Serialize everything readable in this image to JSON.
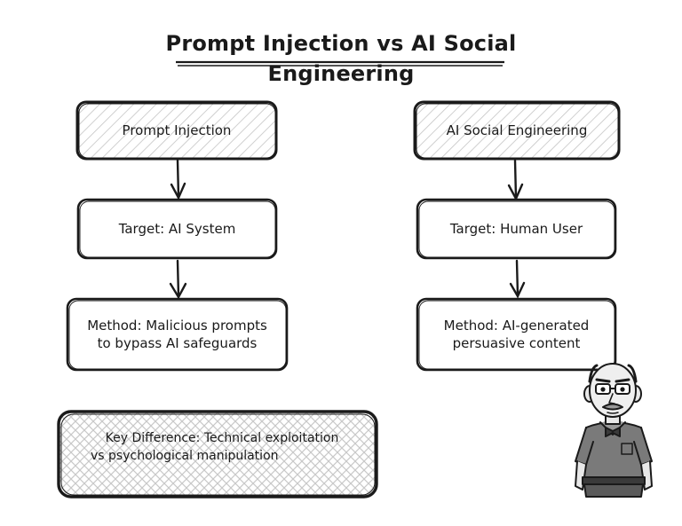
{
  "title": "Prompt Injection vs AI Social Engineering",
  "left_column": {
    "header": "Prompt Injection",
    "target": "Target: AI System",
    "method_line1": "Method: Malicious prompts",
    "method_line2": "to bypass AI safeguards"
  },
  "right_column": {
    "header": "AI Social Engineering",
    "target": "Target: Human User",
    "method_line1": "Method: AI-generated",
    "method_line2": "persuasive content"
  },
  "key_difference": {
    "line1": "Key Difference: Technical exploitation",
    "line2": "vs psychological manipulation"
  },
  "colors": {
    "ink": "#1a1a1a",
    "hatch": "#bdbdbd",
    "background": "#ffffff"
  },
  "icons": {
    "character": "elderly-man-icon"
  }
}
